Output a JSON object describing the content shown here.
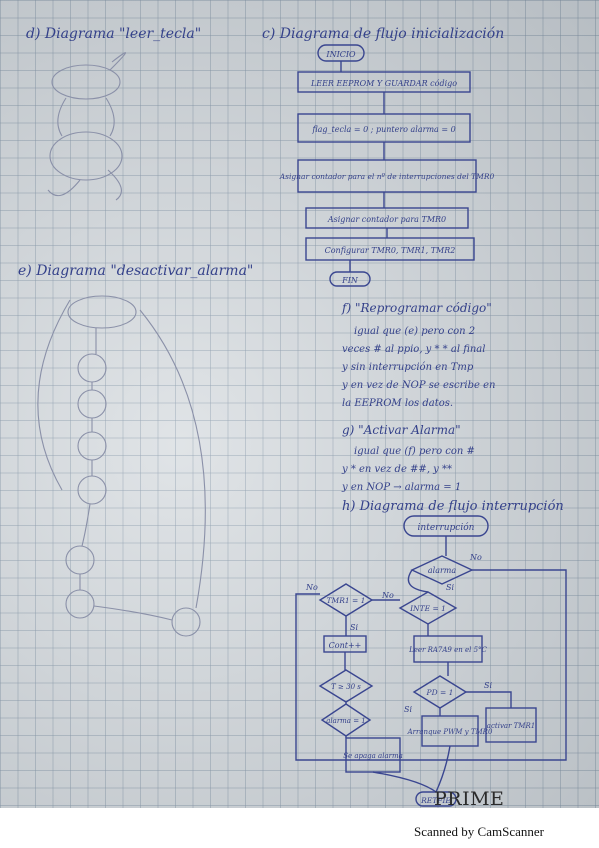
{
  "sections": {
    "d": {
      "heading": "d) Diagrama \"leer_tecla\""
    },
    "c": {
      "heading": "c) Diagrama de flujo inicialización",
      "boxes": [
        "INICIO",
        "LEER EEPROM Y GUARDAR código",
        "flag_tecla = 0 ; puntero alarma = 0",
        "Asignar contador para el nº de interrupciones del TMR0",
        "Asignar contador para TMR0",
        "Configurar TMR0, TMR1, TMR2",
        "FIN"
      ]
    },
    "e": {
      "heading": "e) Diagrama \"desactivar_alarma\""
    },
    "f": {
      "heading": "f) \"Reprogramar código\"",
      "lines": [
        "igual que (e) pero con 2",
        "veces # al ppio, y * * al final",
        "y sin interrupción en Tmp",
        "y en vez de NOP se escribe en",
        "la EEPROM los datos."
      ]
    },
    "g": {
      "heading": "g) \"Activar Alarma\"",
      "lines": [
        "igual que (f) pero con #",
        "y * en vez de ##, y **",
        "y en NOP → alarma = 1"
      ]
    },
    "h": {
      "heading": "h) Diagrama de flujo interrupción",
      "nodes": {
        "start": "interrupción",
        "alarma": "alarma",
        "tmr1": "TMR1 = 1",
        "intes": "INTE = 1",
        "count": "Cont++",
        "leer": "Leer RA7A9 en el 5°C",
        "t30": "T ≥ 30 s",
        "pd": "PD = 1",
        "alarm1": "alarma = 1",
        "arranque": "Arranque PWM y TMR0",
        "activar": "activar TMR1",
        "se_apaga": "Se apaga alarma",
        "retfie": "RETFIE"
      },
      "labels": {
        "no": "No",
        "si": "Si"
      }
    }
  },
  "watermark": {
    "prime": "PRIME",
    "scanner": "Scanned by CamScanner"
  }
}
